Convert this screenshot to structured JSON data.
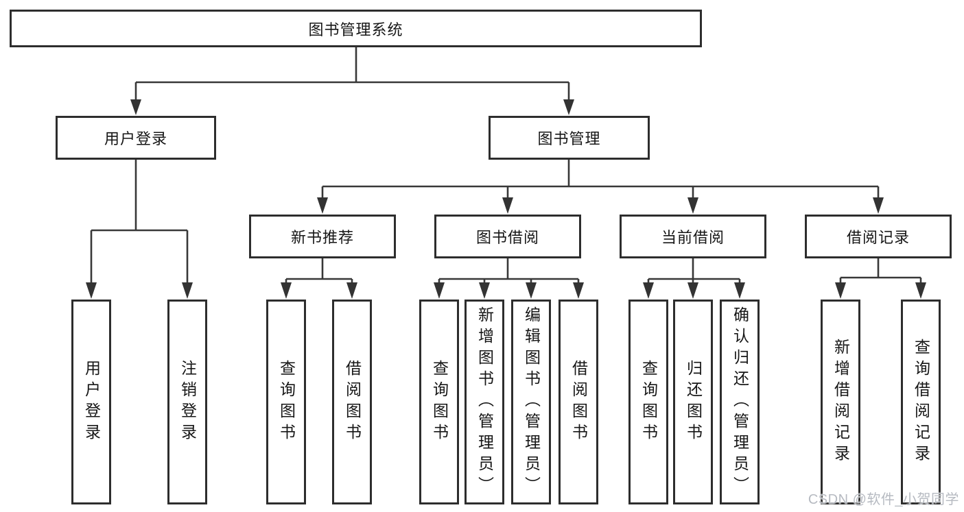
{
  "diagram_type": "function-structure-tree",
  "colors": {
    "line": "#383838",
    "arrow": "#333333",
    "box_border": "#2d2d2d",
    "box_background": "#ffffff",
    "text": "#161616",
    "watermark": "#b2b6be"
  },
  "watermark": {
    "text": "CSDN @软件_小贺同学"
  },
  "tree": {
    "label": "图书管理系统",
    "children": [
      {
        "label": "用户登录",
        "children": [
          {
            "label": "用户登录"
          },
          {
            "label": "注销登录"
          }
        ]
      },
      {
        "label": "图书管理",
        "children": [
          {
            "label": "新书推荐",
            "children": [
              {
                "label": "查询图书"
              },
              {
                "label": "借阅图书"
              }
            ]
          },
          {
            "label": "图书借阅",
            "children": [
              {
                "label": "查询图书"
              },
              {
                "label": "新增图书（管理员）"
              },
              {
                "label": "编辑图书（管理员）"
              },
              {
                "label": "借阅图书"
              }
            ]
          },
          {
            "label": "当前借阅",
            "children": [
              {
                "label": "查询图书"
              },
              {
                "label": "归还图书"
              },
              {
                "label": "确认归还（管理员）"
              }
            ]
          },
          {
            "label": "借阅记录",
            "children": [
              {
                "label": "新增借阅记录"
              },
              {
                "label": "查询借阅记录"
              }
            ]
          }
        ]
      }
    ]
  }
}
